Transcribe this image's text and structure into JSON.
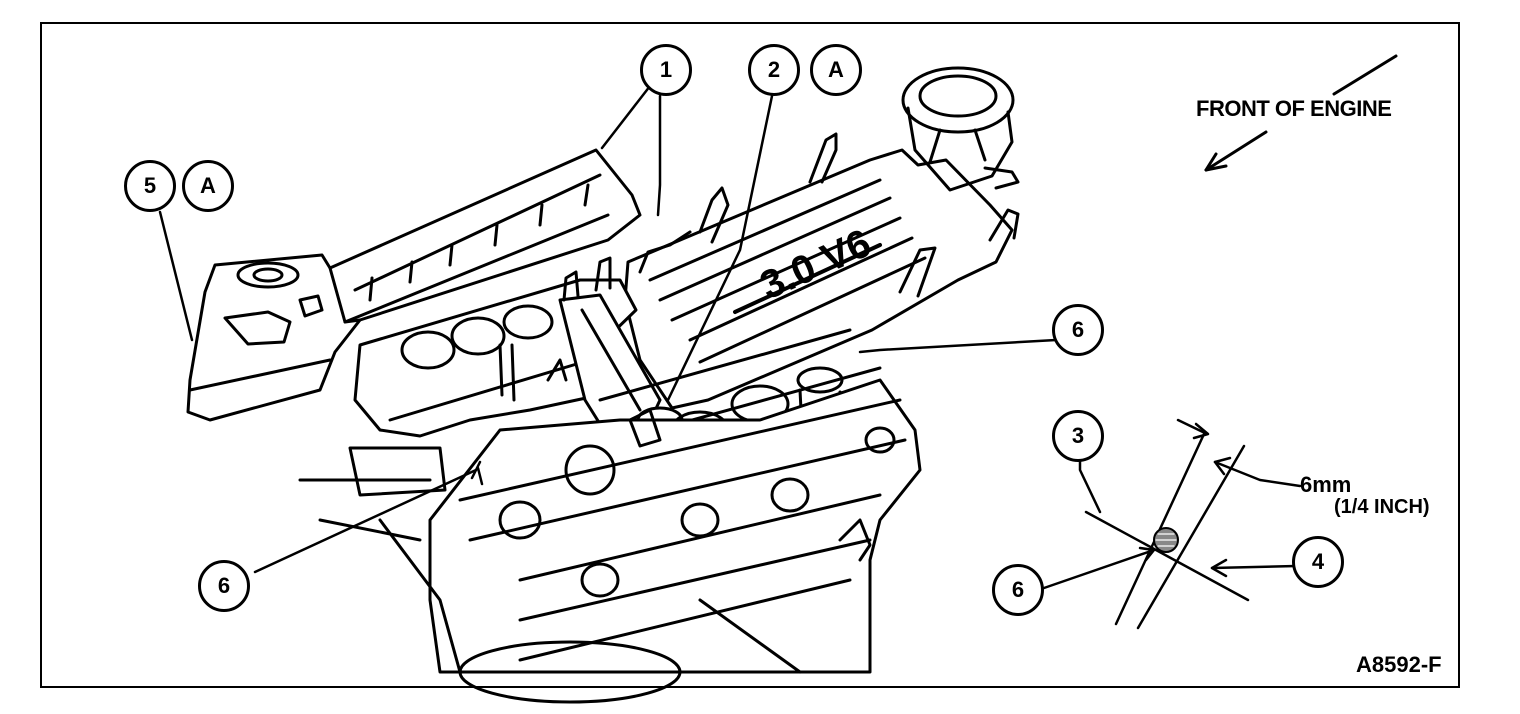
{
  "figure": {
    "figure_id": "A8592-F",
    "direction_label": "FRONT OF ENGINE",
    "engine_badge": "3.0 V6",
    "dimension": {
      "metric": "6mm",
      "imperial": "(1/4 INCH)"
    }
  },
  "callouts": {
    "c1": "1",
    "c2": "2",
    "c2a": "A",
    "c3": "3",
    "c4": "4",
    "c5": "5",
    "c5a": "A",
    "c6_right": "6",
    "c6_left": "6",
    "c6_detail": "6"
  }
}
